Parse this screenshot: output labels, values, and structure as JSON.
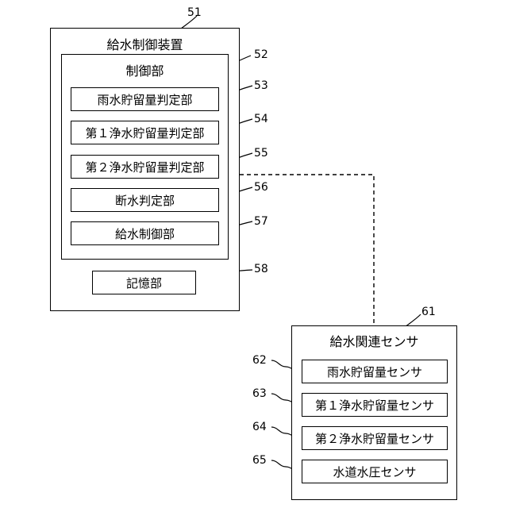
{
  "supply_device": {
    "ref": "51",
    "title": "給水制御装置",
    "control_unit": {
      "ref": "52",
      "title": "制御部",
      "items": [
        {
          "ref": "53",
          "label": "雨水貯留量判定部"
        },
        {
          "ref": "54",
          "label": "第１浄水貯留量判定部"
        },
        {
          "ref": "55",
          "label": "第２浄水貯留量判定部"
        },
        {
          "ref": "56",
          "label": "断水判定部"
        },
        {
          "ref": "57",
          "label": "給水制御部"
        }
      ]
    },
    "storage": {
      "ref": "58",
      "label": "記憶部"
    }
  },
  "sensors": {
    "ref": "61",
    "title": "給水関連センサ",
    "items": [
      {
        "ref": "62",
        "label": "雨水貯留量センサ"
      },
      {
        "ref": "63",
        "label": "第１浄水貯留量センサ"
      },
      {
        "ref": "64",
        "label": "第２浄水貯留量センサ"
      },
      {
        "ref": "65",
        "label": "水道水圧センサ"
      }
    ]
  }
}
